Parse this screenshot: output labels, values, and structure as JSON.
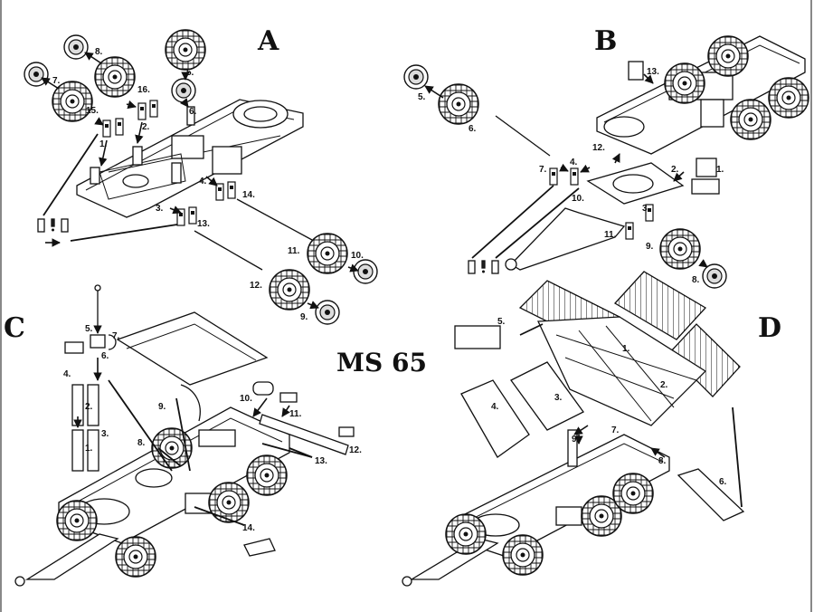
{
  "sheet": {
    "title": "MS 65",
    "panels": {
      "A": {
        "letter": "A",
        "labels": [
          "8.",
          "7.",
          "16.",
          "15.",
          "1.",
          "2.",
          "5.",
          "6.",
          "4.",
          "14.",
          "3.",
          "13.",
          "11.",
          "10.",
          "12.",
          "9."
        ]
      },
      "B": {
        "letter": "B",
        "labels": [
          "5.",
          "6.",
          "13.",
          "12.",
          "7.",
          "4.",
          "2.",
          "1.",
          "10.",
          "3.",
          "11.",
          "9.",
          "8."
        ]
      },
      "C": {
        "letter": "C",
        "labels": [
          "5.",
          "7.",
          "6.",
          "4.",
          "2.",
          "3.",
          "1.",
          "9.",
          "10.",
          "11.",
          "8.",
          "12.",
          "13.",
          "14."
        ]
      },
      "D": {
        "letter": "D",
        "labels": [
          "5.",
          "1.",
          "2.",
          "3.",
          "4.",
          "7.",
          "9.",
          "8.",
          "6."
        ]
      }
    }
  }
}
